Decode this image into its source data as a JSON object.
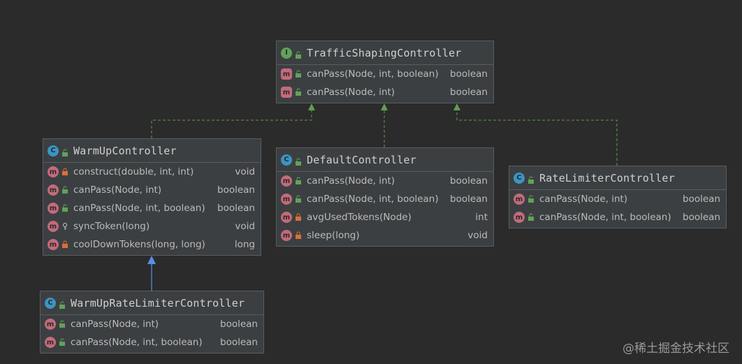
{
  "watermark": "@稀土掘金技术社区",
  "colors": {
    "implements_edge": "#5f9e53",
    "extends_edge": "#5a8fe6"
  },
  "classes": {
    "traffic": {
      "name": "TrafficShapingController",
      "kind_icon": "interface-icon",
      "kind": "I",
      "methods": [
        {
          "sig": "canPass(Node, int, boolean)",
          "ret": "boolean",
          "vis": "public"
        },
        {
          "sig": "canPass(Node, int)",
          "ret": "boolean",
          "vis": "public"
        }
      ]
    },
    "warmup": {
      "name": "WarmUpController",
      "kind_icon": "class-icon",
      "kind": "C",
      "methods": [
        {
          "sig": "construct(double, int, int)",
          "ret": "void",
          "vis": "private"
        },
        {
          "sig": "canPass(Node, int)",
          "ret": "boolean",
          "vis": "public"
        },
        {
          "sig": "canPass(Node, int, boolean)",
          "ret": "boolean",
          "vis": "public"
        },
        {
          "sig": "syncToken(long)",
          "ret": "void",
          "vis": "package"
        },
        {
          "sig": "coolDownTokens(long, long)",
          "ret": "long",
          "vis": "private"
        }
      ]
    },
    "default": {
      "name": "DefaultController",
      "kind_icon": "class-icon",
      "kind": "C",
      "methods": [
        {
          "sig": "canPass(Node, int)",
          "ret": "boolean",
          "vis": "public"
        },
        {
          "sig": "canPass(Node, int, boolean)",
          "ret": "boolean",
          "vis": "public"
        },
        {
          "sig": "avgUsedTokens(Node)",
          "ret": "int",
          "vis": "private"
        },
        {
          "sig": "sleep(long)",
          "ret": "void",
          "vis": "private"
        }
      ]
    },
    "ratelimiter": {
      "name": "RateLimiterController",
      "kind_icon": "class-icon",
      "kind": "C",
      "methods": [
        {
          "sig": "canPass(Node, int)",
          "ret": "boolean",
          "vis": "public"
        },
        {
          "sig": "canPass(Node, int, boolean)",
          "ret": "boolean",
          "vis": "public"
        }
      ]
    },
    "warmupratelimiter": {
      "name": "WarmUpRateLimiterController",
      "kind_icon": "class-icon",
      "kind": "C",
      "methods": [
        {
          "sig": "canPass(Node, int)",
          "ret": "boolean",
          "vis": "public"
        },
        {
          "sig": "canPass(Node, int, boolean)",
          "ret": "boolean",
          "vis": "public"
        }
      ]
    }
  }
}
